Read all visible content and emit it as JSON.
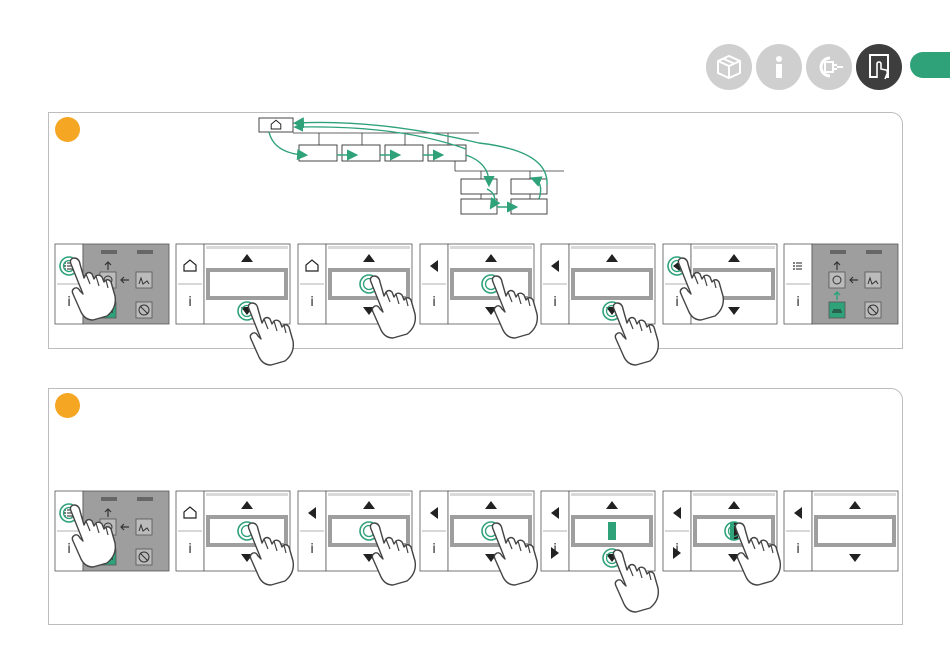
{
  "header": {
    "icons": [
      {
        "name": "box-icon",
        "active": false
      },
      {
        "name": "info-icon",
        "active": false
      },
      {
        "name": "plug-icon",
        "active": false
      },
      {
        "name": "touch-icon",
        "active": true
      }
    ],
    "accent_color": "#2fa27a"
  },
  "panel1": {
    "step_color": "#f5a623",
    "menu_tree": {
      "levels": 3,
      "level2_count": 4,
      "level3_count": 4
    },
    "devices": [
      {
        "type": "main",
        "highlight": "menu"
      },
      {
        "type": "menu",
        "left_icon": "home-icon",
        "press": "down"
      },
      {
        "type": "menu",
        "left_icon": "home-icon",
        "press": "center"
      },
      {
        "type": "menu",
        "left_icon": "back-icon",
        "press": "center"
      },
      {
        "type": "menu",
        "left_icon": "back-icon",
        "press": "down"
      },
      {
        "type": "menu",
        "left_icon": "back-icon",
        "press": "back"
      },
      {
        "type": "main",
        "highlight": "none"
      }
    ]
  },
  "panel2": {
    "step_color": "#f5a623",
    "devices": [
      {
        "type": "main",
        "highlight": "menu"
      },
      {
        "type": "menu",
        "left_icon": "home-icon",
        "press": "center"
      },
      {
        "type": "menu",
        "left_icon": "back-icon",
        "press": "center"
      },
      {
        "type": "menu",
        "left_icon": "back-icon",
        "press": "center"
      },
      {
        "type": "edit",
        "left_icon": "back-icon",
        "press": "down",
        "value": "full"
      },
      {
        "type": "edit",
        "left_icon": "back-icon",
        "press": "center",
        "value": "half"
      },
      {
        "type": "menu",
        "left_icon": "back-icon",
        "press": "none"
      }
    ]
  }
}
